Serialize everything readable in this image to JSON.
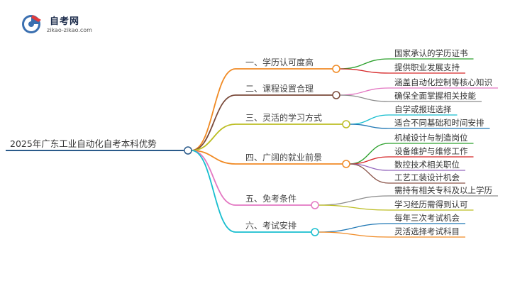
{
  "logo": {
    "title": "自考网",
    "url": "zikao-zikao.com"
  },
  "root": "2025年广东工业自动化自考本科优势",
  "branches": [
    {
      "label": "一、学历认可度高",
      "color": "#f08a24",
      "children": [
        {
          "label": "国家承认的学历证书",
          "color": "#2ca02c"
        },
        {
          "label": "提供职业发展支持",
          "color": "#d62728"
        }
      ]
    },
    {
      "label": "二、课程设置合理",
      "color": "#7a4a3a",
      "children": [
        {
          "label": "涵盖自动化控制等核心知识",
          "color": "#e377c2"
        },
        {
          "label": "确保全面掌握相关技能",
          "color": "#8c8c8c"
        }
      ]
    },
    {
      "label": "三、灵活的学习方式",
      "color": "#bcbd22",
      "children": [
        {
          "label": "自学或报班选择",
          "color": "#17becf"
        },
        {
          "label": "适合不同基础和时间安排",
          "color": "#1f77b4"
        }
      ]
    },
    {
      "label": "四、广阔的就业前景",
      "color": "#f08a24",
      "children": [
        {
          "label": "机械设计与制造岗位",
          "color": "#2ca02c"
        },
        {
          "label": "设备维护与维修工作",
          "color": "#d62728"
        },
        {
          "label": "数控技术相关职位",
          "color": "#9467bd"
        },
        {
          "label": "工艺工装设计机会",
          "color": "#8c564b"
        }
      ]
    },
    {
      "label": "五、免考条件",
      "color": "#e377c2",
      "children": [
        {
          "label": "需持有相关专科及以上学历",
          "color": "#8c8c8c"
        },
        {
          "label": "学习经历需得到认可",
          "color": "#bcbd22"
        }
      ]
    },
    {
      "label": "六、考试安排",
      "color": "#17becf",
      "children": [
        {
          "label": "每年三次考试机会",
          "color": "#1f77b4"
        },
        {
          "label": "灵活选择考试科目",
          "color": "#f08a24"
        }
      ]
    }
  ]
}
